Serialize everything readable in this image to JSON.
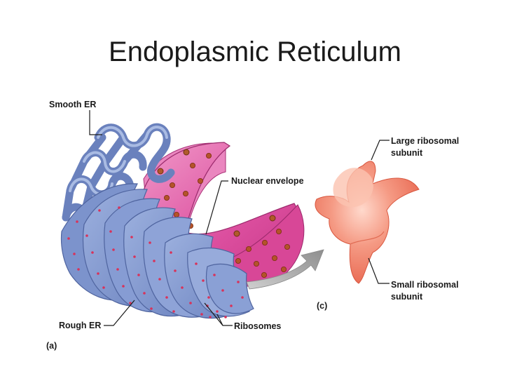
{
  "slide": {
    "title": "Endoplasmic Reticulum"
  },
  "diagram": {
    "labels": {
      "smooth_er": "Smooth ER",
      "nuclear_envelope": "Nuclear envelope",
      "rough_er": "Rough ER",
      "ribosomes": "Ribosomes",
      "large_subunit_line1": "Large ribosomal",
      "large_subunit_line2": "subunit",
      "small_subunit_line1": "Small ribosomal",
      "small_subunit_line2": "subunit",
      "panel_a": "(a)",
      "panel_c": "(c)"
    },
    "colors": {
      "er_blue": "#7f97cf",
      "er_blue_dark": "#5d73ad",
      "er_blue_light": "#a5b7e1",
      "nucleus_magenta": "#d9489a",
      "nucleus_light": "#ee8fc4",
      "pore_brown": "#9a4a1c",
      "ribosome_red": "#d8325a",
      "ribosome_salmon": "#f2836f",
      "arrow_gray": "#9a9a9a"
    }
  }
}
